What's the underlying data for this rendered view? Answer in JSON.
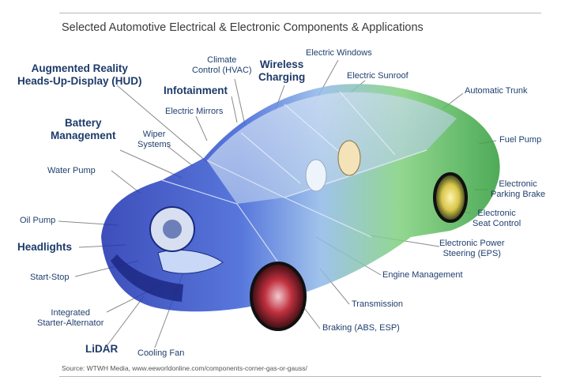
{
  "title": "Selected Automotive Electrical & Electronic Components & Applications",
  "source": "Source: WTWH Media, www.eeworldonline.com/components-corner-gas-or-gauss/",
  "labels": {
    "ar_hud_1": "Augmented Reality",
    "ar_hud_2": "Heads-Up-Display (HUD)",
    "climate_1": "Climate",
    "climate_2": "Control (HVAC)",
    "wireless_1": "Wireless",
    "wireless_2": "Charging",
    "electric_windows": "Electric Windows",
    "electric_sunroof": "Electric Sunroof",
    "infotainment": "Infotainment",
    "electric_mirrors": "Electric Mirrors",
    "automatic_trunk": "Automatic Trunk",
    "battery_1": "Battery",
    "battery_2": "Management",
    "wiper_1": "Wiper",
    "wiper_2": "Systems",
    "fuel_pump": "Fuel Pump",
    "water_pump": "Water Pump",
    "parking_brake_1": "Electronic",
    "parking_brake_2": "Parking Brake",
    "seat_control_1": "Electronic",
    "seat_control_2": "Seat Control",
    "oil_pump": "Oil Pump",
    "headlights": "Headlights",
    "eps_1": "Electronic Power",
    "eps_2": "Steering (EPS)",
    "start_stop": "Start-Stop",
    "engine_management": "Engine Management",
    "isa_1": "Integrated",
    "isa_2": "Starter-Alternator",
    "transmission": "Transmission",
    "braking": "Braking (ABS, ESP)",
    "lidar": "LiDAR",
    "cooling_fan": "Cooling Fan"
  },
  "colors": {
    "label": "#1f3f6e",
    "leader": "#8a8a8a",
    "car_front": "#2f49c9",
    "car_rear": "#57c05a"
  }
}
